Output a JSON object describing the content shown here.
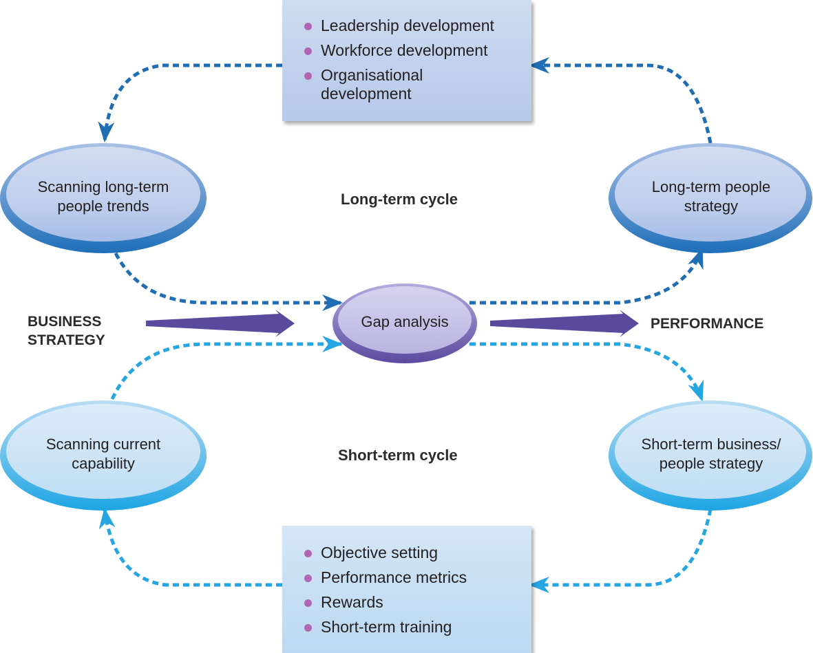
{
  "top_box": {
    "items": [
      "Leadership development",
      "Workforce development",
      "Organisational development"
    ]
  },
  "bottom_box": {
    "items": [
      "Objective setting",
      "Performance metrics",
      "Rewards",
      "Short-term training"
    ]
  },
  "nodes": {
    "scan_long": "Scanning long-term people trends",
    "long_strategy": "Long-term people strategy",
    "gap": "Gap analysis",
    "scan_current": "Scanning current capability",
    "short_strategy": "Short-term business/ people strategy"
  },
  "labels": {
    "long_cycle": "Long-term cycle",
    "short_cycle": "Short-term cycle",
    "business_strategy_1": "BUSINESS",
    "business_strategy_2": "STRATEGY",
    "performance": "PERFORMANCE"
  },
  "colors": {
    "long_arrow": "#1f6db3",
    "short_arrow": "#26a6e0",
    "main_arrow": "#5a4a9e",
    "bullet": "#b066b0"
  }
}
